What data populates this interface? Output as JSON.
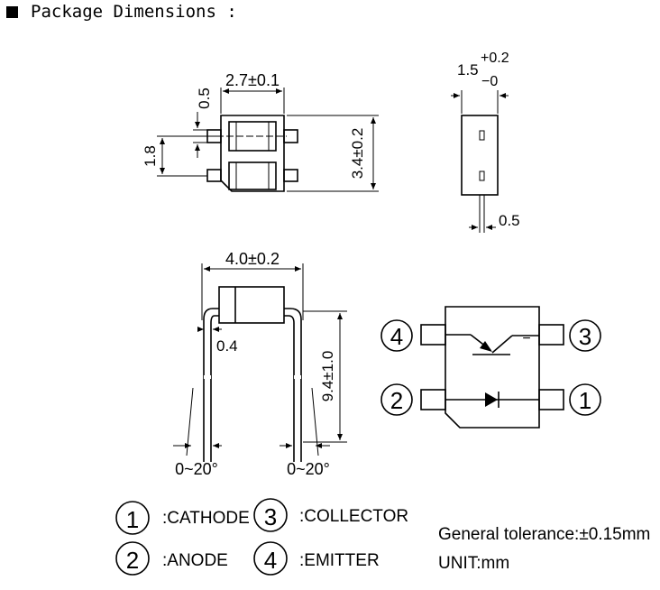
{
  "header": {
    "title": "Package Dimensions :"
  },
  "top_view": {
    "width_dim": "2.7±0.1",
    "pad_dim": "0.5",
    "pitch_dim": "1.8",
    "height_dim": "3.4±0.2"
  },
  "side_view": {
    "thickness_dim_main": "1.5",
    "thickness_tol_plus": "+0.2",
    "thickness_tol_minus": "−0",
    "lead_dim": "0.5"
  },
  "front_view": {
    "width_dim": "4.0±0.2",
    "lead_width_dim": "0.4",
    "lead_length_dim": "9.4±1.0",
    "angle_left": "0~20°",
    "angle_right": "0~20°"
  },
  "schematic": {
    "pin_top_left": "4",
    "pin_top_right": "3",
    "pin_bottom_left": "2",
    "pin_bottom_right": "1",
    "minus_mark": "−"
  },
  "legend": {
    "items": [
      {
        "num": "1",
        "label": ":CATHODE"
      },
      {
        "num": "2",
        "label": ":ANODE"
      },
      {
        "num": "3",
        "label": ":COLLECTOR"
      },
      {
        "num": "4",
        "label": ":EMITTER"
      }
    ]
  },
  "notes": {
    "tolerance": "General tolerance:±0.15mm",
    "unit": "UNIT:mm"
  }
}
